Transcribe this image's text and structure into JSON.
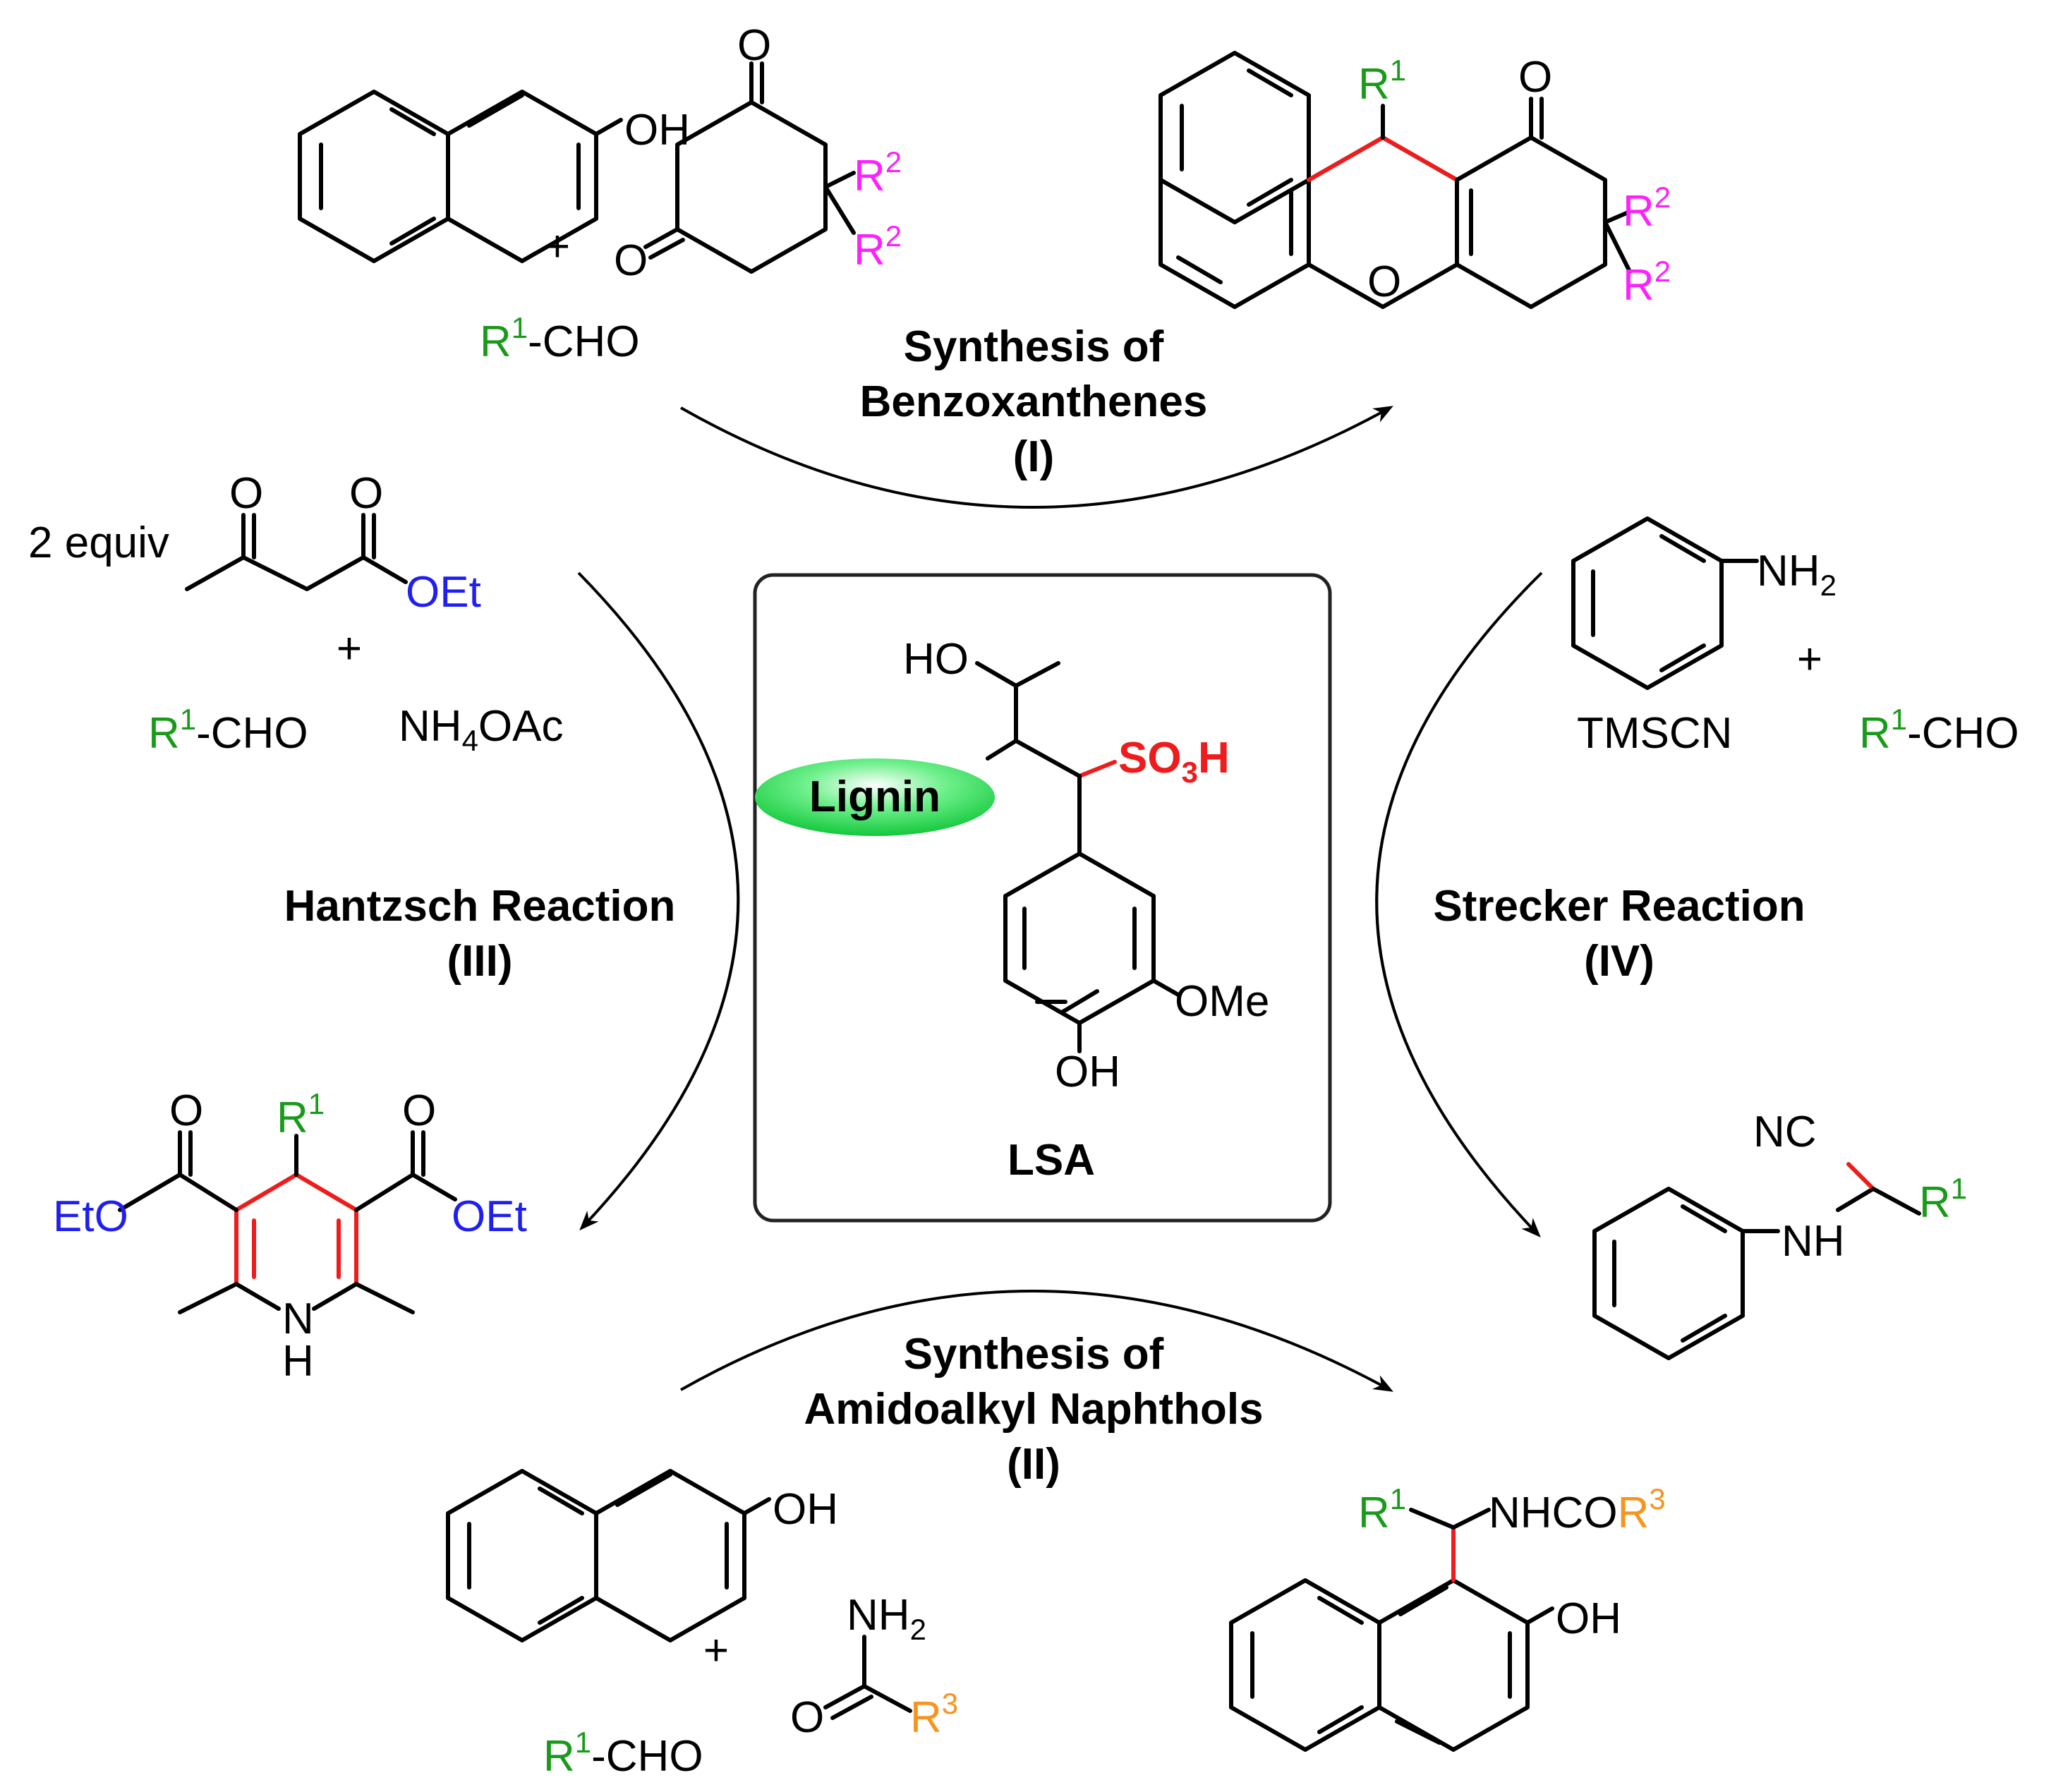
{
  "colors": {
    "r1": "#1a9a1a",
    "r2": "#ff1fff",
    "r3": "#f7941d",
    "ester": "#1f1ff0",
    "acid": "#ee1c1c",
    "lignin_fill": "#22dd55"
  },
  "center": {
    "catalyst_name": "LSA",
    "lignin_label": "Lignin",
    "ho": "HO",
    "so3h": {
      "pre": "SO",
      "sub": "3",
      "post": "H"
    },
    "ome": "OMe",
    "oh": "OH"
  },
  "reactions": {
    "I": {
      "line1": "Synthesis of",
      "line2": "Benzoxanthenes",
      "numeral": "(I)"
    },
    "II": {
      "line1": "Synthesis of",
      "line2": "Amidoalkyl Naphthols",
      "numeral": "(II)"
    },
    "III": {
      "line1": "Hantzsch Reaction",
      "numeral": "(III)"
    },
    "IV": {
      "line1": "Strecker Reaction",
      "numeral": "(IV)"
    }
  },
  "reagents": {
    "r1": "R",
    "one": "1",
    "cho": "-CHO",
    "plus": "+",
    "r2": "R",
    "two": "2",
    "r3": "R",
    "three": "3",
    "oh": "OH",
    "o": "O",
    "two_equiv": "2 equiv",
    "oet": "OEt",
    "eto": "EtO",
    "nh4oac": {
      "pre": "NH",
      "sub": "4",
      "post": "OAc"
    },
    "nh2": {
      "pre": "NH",
      "sub": "2"
    },
    "tmscn": "TMSCN",
    "nc": "NC",
    "nh": "NH",
    "n": "N",
    "h": "H",
    "nhco": "NHCO"
  }
}
